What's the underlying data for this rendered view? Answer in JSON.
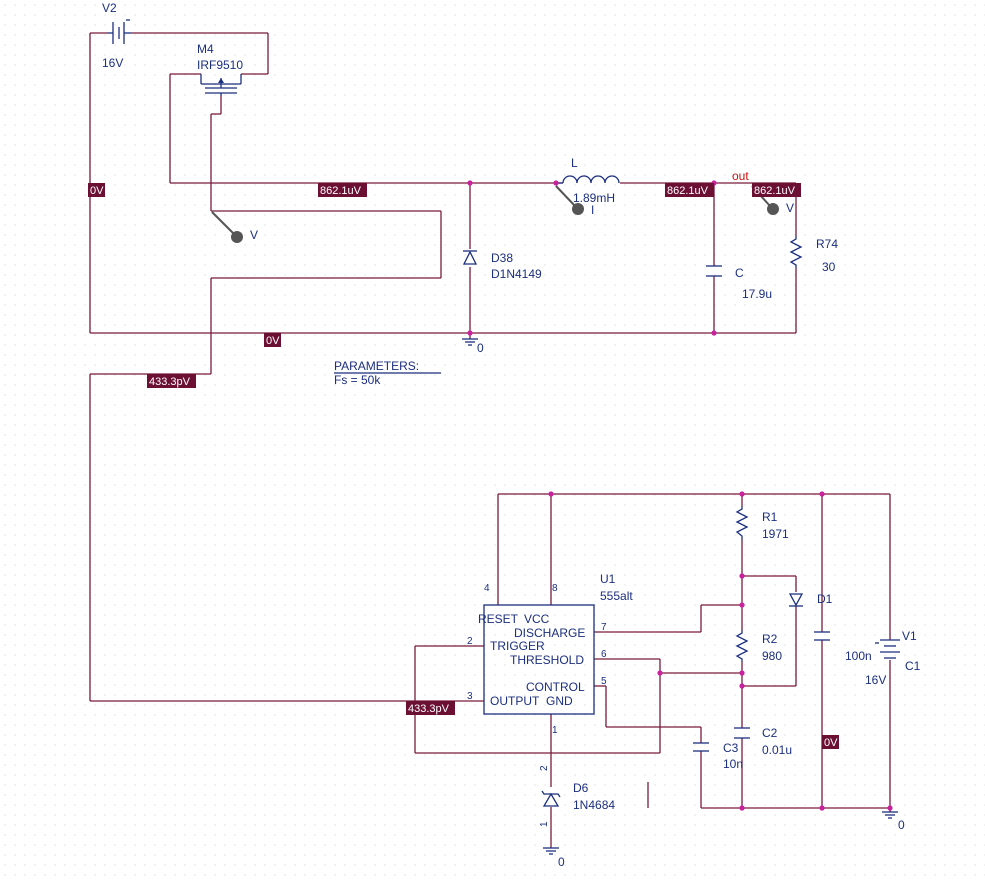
{
  "components": {
    "v2": {
      "name": "V2",
      "value": "16V"
    },
    "m4": {
      "name": "M4",
      "value": "IRF9510"
    },
    "inductor": {
      "name": "L",
      "value": "1.89mH"
    },
    "d38": {
      "name": "D38",
      "value": "D1N4149"
    },
    "cap_c": {
      "name": "C",
      "value": "17.9u"
    },
    "r74": {
      "name": "R74",
      "value": "30"
    },
    "u1": {
      "name": "U1",
      "value": "555alt",
      "pins": {
        "reset": "RESET",
        "vcc": "VCC",
        "discharge": "DISCHARGE",
        "trigger": "TRIGGER",
        "threshold": "THRESHOLD",
        "control": "CONTROL",
        "output": "OUTPUT",
        "gnd": "GND"
      },
      "pin_numbers": {
        "p4": "4",
        "p8": "8",
        "p7": "7",
        "p2": "2",
        "p6": "6",
        "p5": "5",
        "p3": "3",
        "p1": "1"
      }
    },
    "r1": {
      "name": "R1",
      "value": "1971"
    },
    "r2": {
      "name": "R2",
      "value": "980"
    },
    "d1": {
      "name": "D1"
    },
    "c1": {
      "name": "C1",
      "value": "100n"
    },
    "v1": {
      "name": "V1",
      "value": "16V"
    },
    "c2": {
      "name": "C2",
      "value": "0.01u"
    },
    "c3": {
      "name": "C3",
      "value": "10n"
    },
    "d6": {
      "name": "D6",
      "value": "1N4684",
      "pin_top": "2",
      "pin_bottom": "1"
    }
  },
  "net_labels": {
    "out": "out"
  },
  "ground_labels": {
    "g1": "0",
    "g2": "0",
    "g3": "0"
  },
  "parameters": {
    "title": "PARAMETERS:",
    "value": "Fs = 50k"
  },
  "voltage_markers": {
    "vm1": "0V",
    "vm2": "862.1uV",
    "vm3": "862.1uV",
    "vm4": "862.1uV",
    "vm5": "0V",
    "vm6": "433.3pV",
    "vm7": "433.3pV",
    "vm8": "0V"
  },
  "probe_labels": {
    "p1": "V",
    "p2": "I",
    "p3": "V"
  },
  "colors": {
    "wire": "#7a1b3a",
    "component": "#1c2f7e",
    "junction": "#c8229c",
    "marker_bg": "#6b1033",
    "net_label": "#cc1111",
    "grid": "#d0d0d0"
  }
}
